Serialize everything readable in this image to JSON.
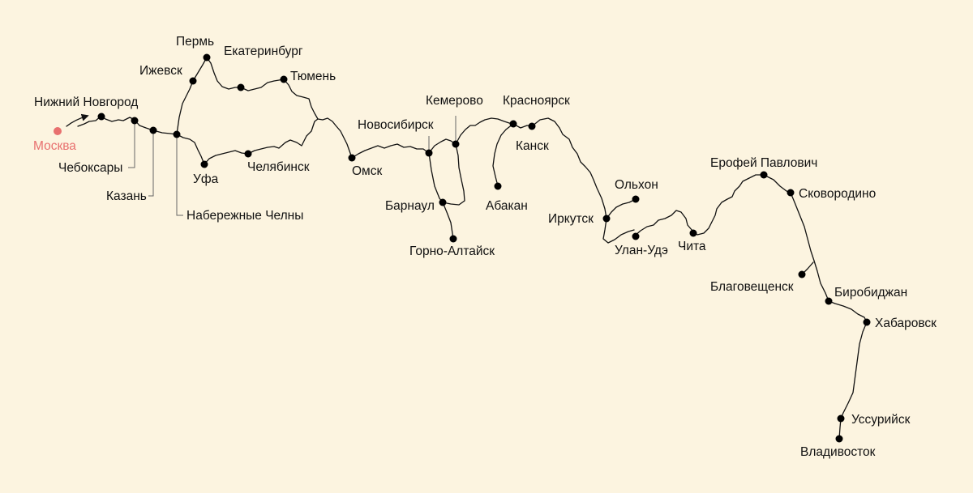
{
  "colors": {
    "background": "#fcf4e0",
    "route": "#111111",
    "origin": "#e8706f"
  },
  "cities": {
    "moscow": "Москва",
    "nizhny": "Нижний Новгород",
    "cheboksary": "Чебоксары",
    "kazan": "Казань",
    "chelny": "Набережные Челны",
    "izhevsk": "Ижевск",
    "perm": "Пермь",
    "ekaterinburg": "Екатеринбург",
    "tyumen": "Тюмень",
    "ufa": "Уфа",
    "chelyabinsk": "Челябинск",
    "omsk": "Омск",
    "novosibirsk": "Новосибирск",
    "kemerovo": "Кемерово",
    "barnaul": "Барнаул",
    "gorno": "Горно-Алтайск",
    "krasnoyarsk": "Красноярск",
    "kansk": "Канск",
    "abakan": "Абакан",
    "irkutsk": "Иркутск",
    "olkhon": "Ольхон",
    "ulanude": "Улан-Удэ",
    "chita": "Чита",
    "erofey": "Ерофей Павлович",
    "skovorodino": "Сковородино",
    "blagoveshchensk": "Благовещенск",
    "birobidzhan": "Биробиджан",
    "khabarovsk": "Хабаровск",
    "ussuriysk": "Уссурийск",
    "vladivostok": "Владивосток"
  }
}
